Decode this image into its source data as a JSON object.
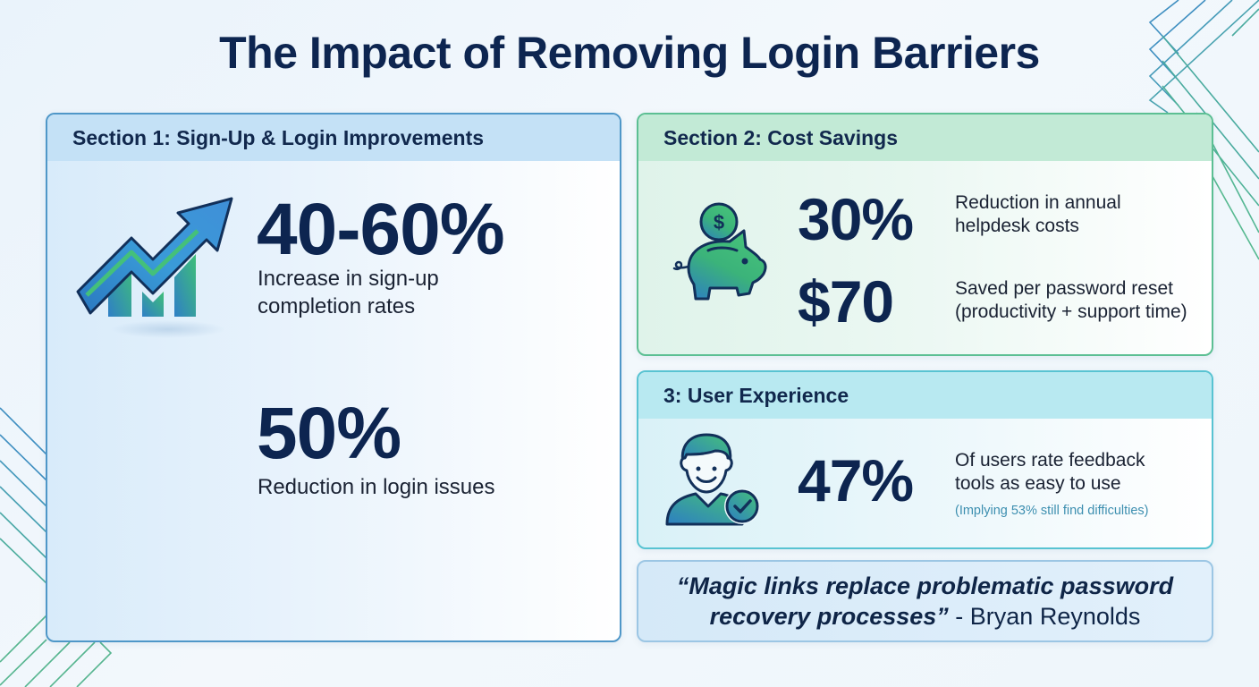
{
  "title": "The Impact of Removing Login Barriers",
  "colors": {
    "title": "#0d2550",
    "section1_border": "#4f97c8",
    "section1_header": "#c4e1f6",
    "section2_border": "#5cbf93",
    "section2_header": "#c2ead6",
    "section3_border": "#58c3d2",
    "section3_header": "#b8e9f1",
    "note": "#3d8fb0"
  },
  "section1": {
    "header": "Section 1: Sign-Up & Login Improvements",
    "icon": "growth-chart-arrow-icon",
    "stats": [
      {
        "value": "40-60%",
        "label": "Increase in sign-up completion rates"
      },
      {
        "value": "50%",
        "label": "Reduction in login issues"
      }
    ]
  },
  "section2": {
    "header": "Section 2: Cost Savings",
    "icon": "piggy-bank-dollar-icon",
    "stats": [
      {
        "value": "30%",
        "label_line1": "Reduction in annual",
        "label_line2": "helpdesk costs"
      },
      {
        "value": "$70",
        "label_line1": "Saved per password reset",
        "label_line2": "(productivity + support time)"
      }
    ]
  },
  "section3": {
    "header": "3: User Experience",
    "icon": "user-check-icon",
    "stat": {
      "value": "47%",
      "label_line1": "Of users rate feedback",
      "label_line2": "tools as easy to use",
      "note": "(Implying 53% still find difficulties)"
    }
  },
  "quote": {
    "text_line1": "“Magic links replace problematic password",
    "text_line2": "recovery processes”",
    "author": " - Bryan Reynolds"
  }
}
